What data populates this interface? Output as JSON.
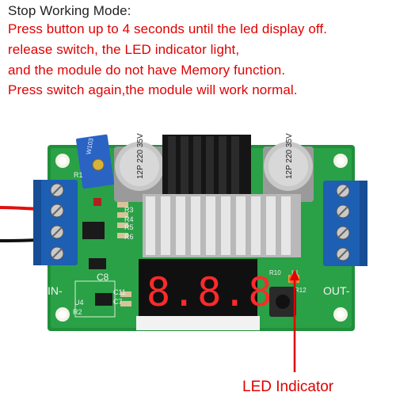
{
  "instructions": {
    "title": "Stop Working Mode:",
    "lines": [
      "Press button up to 4 seconds until the led display off.",
      "release switch, the LED indicator light,",
      "and the module do not have Memory function.",
      "Press switch again,the module will work normal."
    ]
  },
  "board": {
    "display_text": "8.8.8.",
    "labels": {
      "in": "IN-",
      "out": "OUT-",
      "cap1": "12P 220 35V",
      "cap2": "12P 220 35V",
      "c8": "C8",
      "r1": "R1",
      "r3": "R3",
      "r4": "R4",
      "r5": "R5",
      "r6": "R6",
      "r10": "R10",
      "in_led": "IN",
      "r12": "R12",
      "u4": "U4",
      "c11": "C11",
      "c7": "C7",
      "r2": "R2"
    }
  },
  "callout": {
    "label": "LED Indicator",
    "color": "#e00000"
  }
}
